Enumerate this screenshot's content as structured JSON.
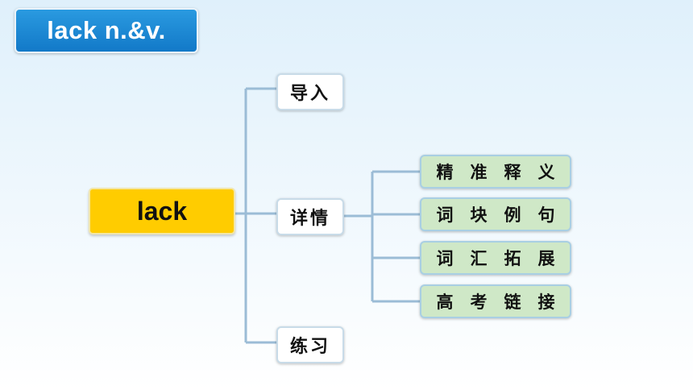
{
  "title": "lack n.&v.",
  "root": "lack",
  "branches": [
    {
      "label": "导入"
    },
    {
      "label": "详情"
    },
    {
      "label": "练习"
    }
  ],
  "details": [
    {
      "chars": [
        "精",
        "准",
        "释",
        "义"
      ]
    },
    {
      "chars": [
        "词",
        "块",
        "例",
        "句"
      ]
    },
    {
      "chars": [
        "词",
        "汇",
        "拓",
        "展"
      ]
    },
    {
      "chars": [
        "高",
        "考",
        "链",
        "接"
      ]
    }
  ],
  "colors": {
    "title_bg": "#1a86d2",
    "root_bg": "#ffcc00",
    "detail_bg": "#cfe8c7",
    "connector": "#9bbcd6"
  }
}
